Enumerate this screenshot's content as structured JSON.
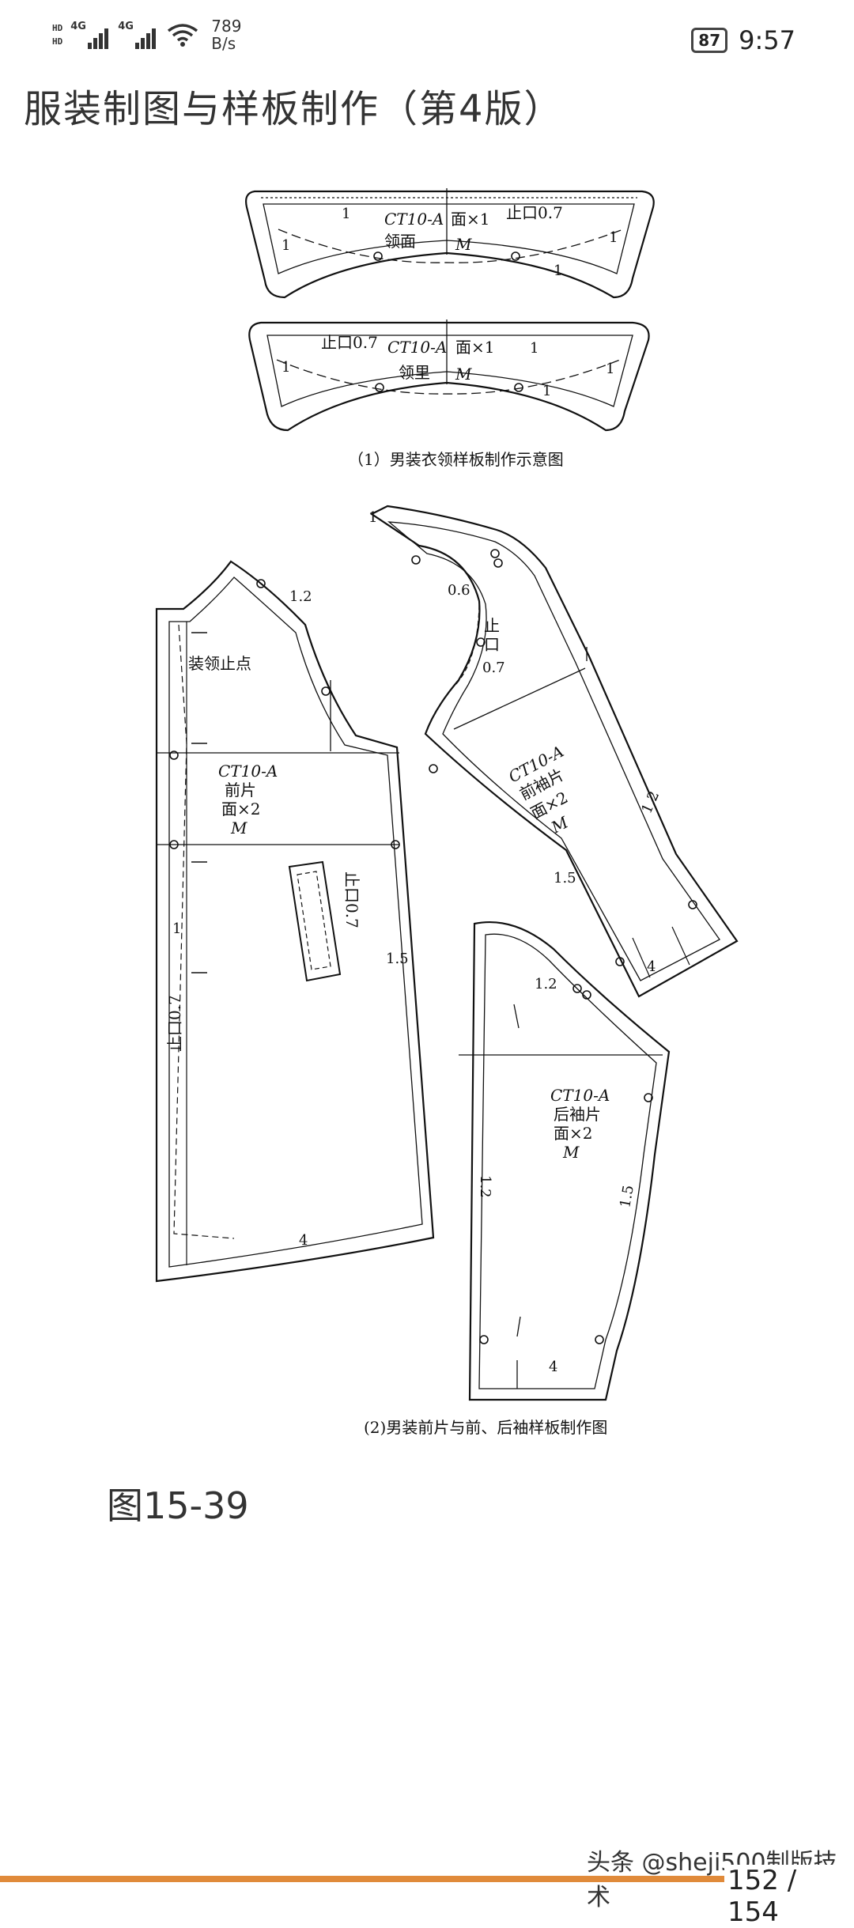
{
  "status_bar": {
    "hd_label": "HD",
    "network_1": "4G",
    "network_2": "4G",
    "speed_value": "789",
    "speed_unit": "B/s",
    "battery": "87",
    "time": "9:57"
  },
  "document": {
    "title": "服装制图与样板制作（第4版）",
    "collar": {
      "top": {
        "code": "CT10-A",
        "count": "面×1",
        "name": "领面",
        "size": "M",
        "stop_label": "止口0.7",
        "seam": "1"
      },
      "bottom": {
        "code": "CT10-A",
        "count": "面×1",
        "name": "领里",
        "size": "M",
        "stop_label": "止口0.7",
        "seam": "1"
      },
      "caption": "（1）男装衣领样板制作示意图"
    },
    "front": {
      "code": "CT10-A",
      "name": "前片",
      "count": "面×2",
      "size": "M",
      "collar_point": "装领止点",
      "stop_label": "止口0.7",
      "stop_vertical": "止口0.7",
      "neck_value": "1.2",
      "side_value": "1.5",
      "hem_value": "4",
      "seam": "1"
    },
    "front_sleeve": {
      "code": "CT10-A",
      "name": "前袖片",
      "count": "面×2",
      "size": "M",
      "top_value": "1",
      "cap_value": "0.6",
      "stop_chars": [
        "止",
        "口"
      ],
      "stop_value": "0.7",
      "outer_value": "1.2",
      "inner_value": "1.5",
      "hem_value": "4"
    },
    "back_sleeve": {
      "code": "CT10-A",
      "name": "后袖片",
      "count": "面×2",
      "size": "M",
      "cap_value": "1.2",
      "inner_value": "1.2",
      "outer_value": "1.5",
      "hem_value": "4"
    },
    "bottom_caption": "(2)男装前片与前、后袖样板制作图",
    "figure_label": "图15-39"
  },
  "footer": {
    "watermark": "头条 @sheji500制版技术",
    "page_counter": "152 / 154",
    "progress_fraction": 0.987
  },
  "colors": {
    "accent": "#e08a3a",
    "ink": "#111111"
  }
}
